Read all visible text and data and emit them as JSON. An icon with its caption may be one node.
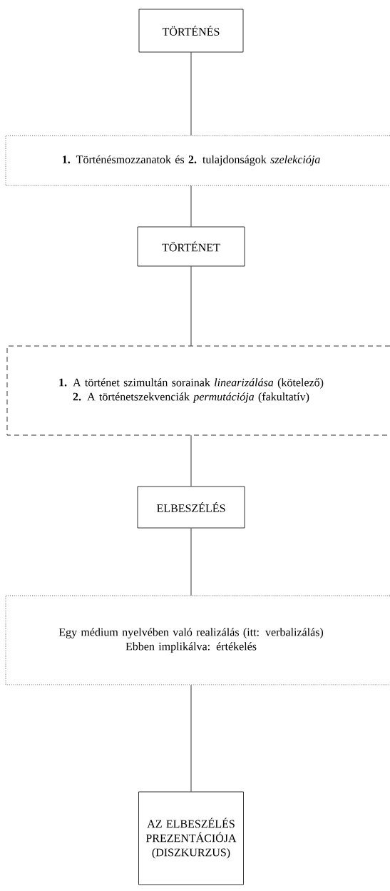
{
  "diagram": {
    "nodes": [
      {
        "text": [
          "TÖRTÉNÉS"
        ]
      },
      {
        "text": [
          "**1.** Történésmozzanatok és **2.** tulajdonságok *szelekciója*"
        ]
      },
      {
        "text": [
          "TÖRTÉNET"
        ]
      },
      {
        "text": [
          "**1.** A történet szimultán sorainak *linearizálása* (kötelező)",
          "**2.** A történetszekvenciák *permutációja* (fakultatív)"
        ]
      },
      {
        "text": [
          "ELBESZÉLÉS"
        ]
      },
      {
        "text": [
          "Egy médium nyelvében való realizálás (itt: verbalizálás)",
          "Ebben implikálva: értékelés"
        ]
      },
      {
        "text": [
          "AZ ELBESZÉLÉS PREZENTÁCIÓJA (DISZKURZUS)"
        ]
      }
    ],
    "edges": [
      {
        "from": 0,
        "to": 1,
        "arrow": "none"
      },
      {
        "from": 1,
        "to": 2,
        "arrow": "none"
      },
      {
        "from": 2,
        "to": 3,
        "arrow": "none"
      },
      {
        "from": 3,
        "to": 4,
        "arrow": "none"
      },
      {
        "from": 4,
        "to": 5,
        "arrow": "none"
      },
      {
        "from": 5,
        "to": 6,
        "arrow": "none"
      }
    ]
  }
}
